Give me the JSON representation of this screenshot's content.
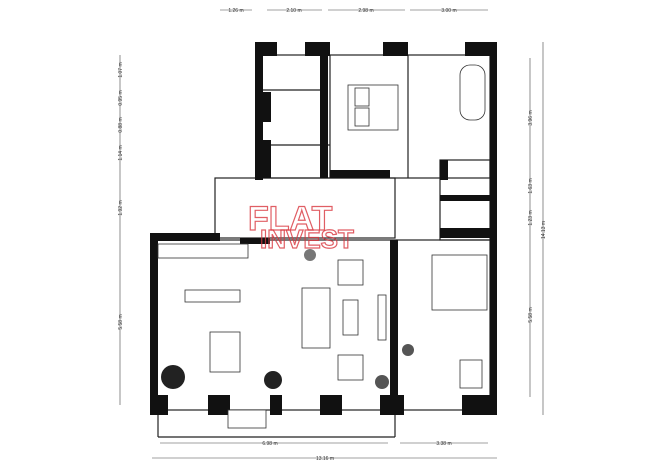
{
  "dimensions": {
    "top": [
      "1.26 m",
      "2.10 m",
      "2.98 m",
      "3.00 m"
    ],
    "left": [
      "1.07 m",
      "0.95 m",
      "0.88 m",
      "1.14 m",
      "1.92 m",
      "5.58 m"
    ],
    "right_inner": [
      "3.96 m",
      "1.63 m",
      "1.23 m",
      "5.58 m"
    ],
    "right_total": "14.13 m",
    "bottom": [
      "6.98 m",
      "3.38 m"
    ],
    "bottom_total": "13.16 m"
  },
  "watermark": {
    "line1": "FLAT",
    "line2": "INVEST",
    "color": "#d9363e"
  }
}
